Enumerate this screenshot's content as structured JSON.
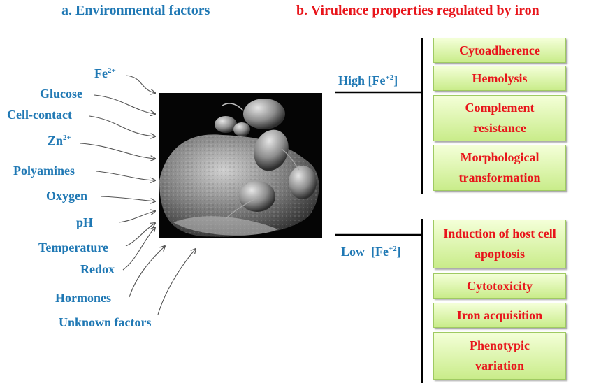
{
  "titles": {
    "environmental": "a. Environmental factors",
    "virulence": "b. Virulence properties regulated by iron"
  },
  "environmental_factors": [
    {
      "base": "Fe",
      "sup": "2+"
    },
    {
      "base": "Glucose",
      "sup": ""
    },
    {
      "base": "Cell-contact",
      "sup": ""
    },
    {
      "base": "Zn",
      "sup": "2+"
    },
    {
      "base": "Polyamines",
      "sup": ""
    },
    {
      "base": "Oxygen",
      "sup": ""
    },
    {
      "base": "pH",
      "sup": ""
    },
    {
      "base": "Temperature",
      "sup": ""
    },
    {
      "base": "Redox",
      "sup": ""
    },
    {
      "base": "Hormones",
      "sup": ""
    },
    {
      "base": "Unknown factors",
      "sup": ""
    }
  ],
  "iron_levels": {
    "high": {
      "prefix": "High [Fe",
      "sup": "+2",
      "suffix": "]"
    },
    "low": {
      "prefix": "Low  [Fe",
      "sup": "+2",
      "suffix": "]"
    }
  },
  "high_iron_properties": [
    "Cytoadherence",
    "Hemolysis",
    "Complement resistance",
    "Morphological transformation"
  ],
  "low_iron_properties": [
    "Induction of host cell apoptosis",
    "Cytotoxicity",
    "Iron acquisition",
    "Phenotypic variation"
  ],
  "colors": {
    "factor_text": "#1f78b4",
    "virulence_text": "#e8151b",
    "box_fill": "#d9f2a6",
    "box_border": "#9fca62"
  }
}
